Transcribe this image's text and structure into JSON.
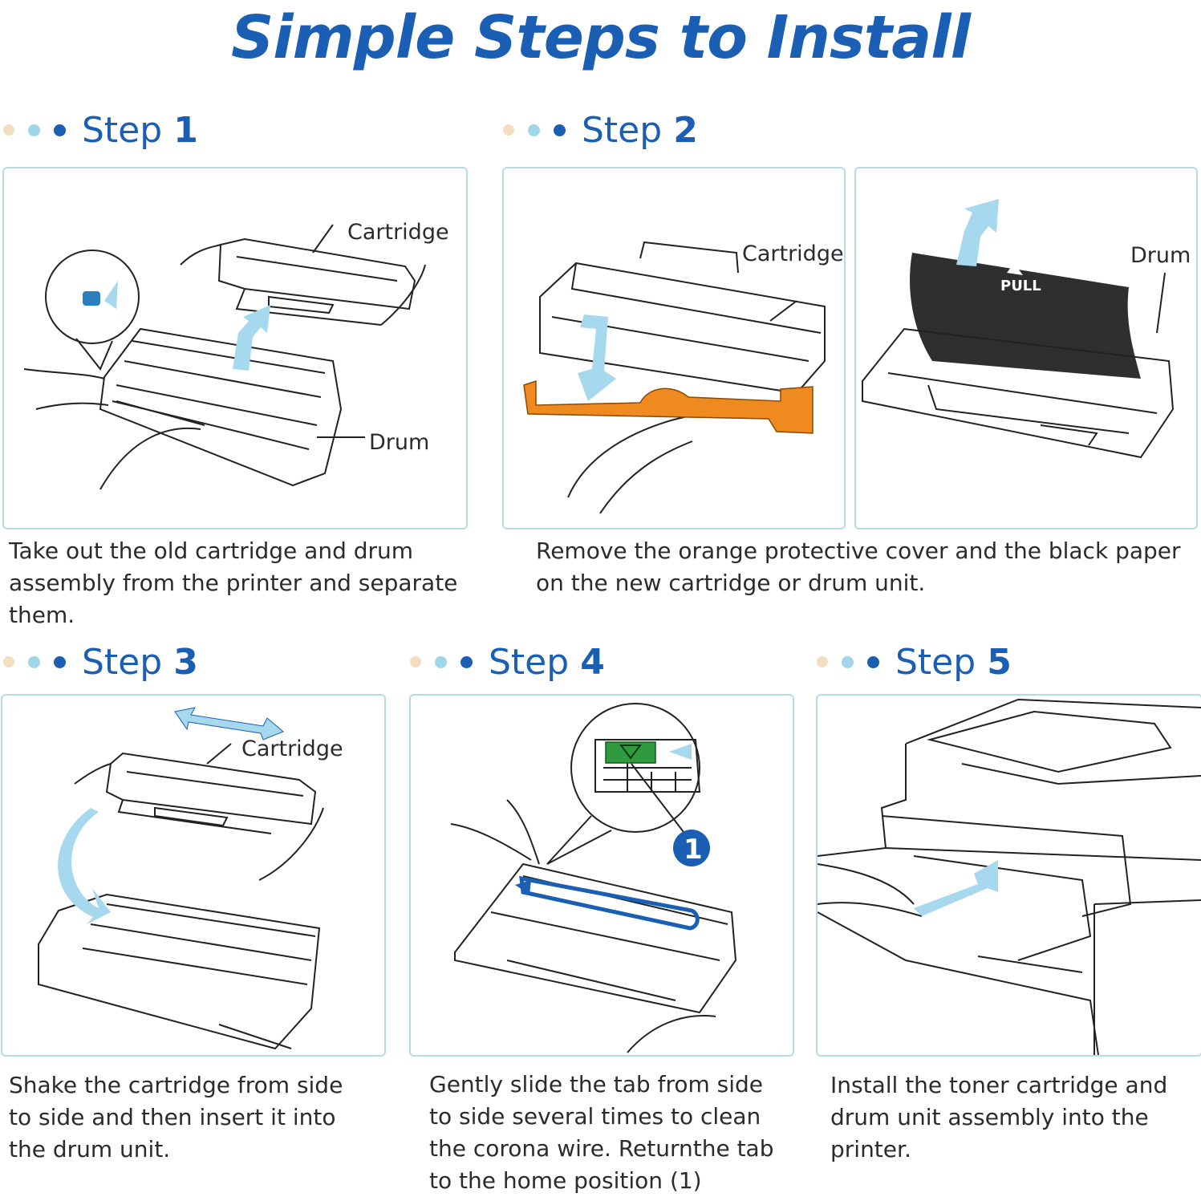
{
  "title": "Simple Steps to Install",
  "step_word": "Step",
  "steps": [
    {
      "num": "1",
      "desc_lines": [
        "Take out the old cartridge and drum",
        "assembly from the printer and separate",
        "them."
      ],
      "labels": {
        "cartridge": "Cartridge",
        "drum": "Drum"
      }
    },
    {
      "num": "2",
      "desc_lines": [
        "Remove the orange protective cover and the black paper",
        "on the new cartridge or drum unit."
      ],
      "labels": {
        "cartridge": "Cartridge",
        "drum": "Drum",
        "pull": "PULL"
      }
    },
    {
      "num": "3",
      "desc_lines": [
        "Shake the cartridge from side",
        "to side and then insert it into",
        "the drum unit."
      ],
      "labels": {
        "cartridge": "Cartridge"
      }
    },
    {
      "num": "4",
      "desc_lines": [
        "Gently slide the tab from side",
        "to side several times to clean",
        "the corona wire. Returnthe tab",
        "to the home position (1)"
      ],
      "labels": {
        "marker": "1"
      }
    },
    {
      "num": "5",
      "desc_lines": [
        "Install the toner cartridge and",
        "drum unit assembly into the",
        "printer."
      ]
    }
  ],
  "colors": {
    "brand_blue": "#1a5fb4",
    "arrow_blue": "#a6d8ee",
    "panel_border": "#b7dbe6",
    "cover_orange": "#ee8a1f",
    "paper_black": "#2f2f2f",
    "tab_green": "#2f9a3e"
  }
}
